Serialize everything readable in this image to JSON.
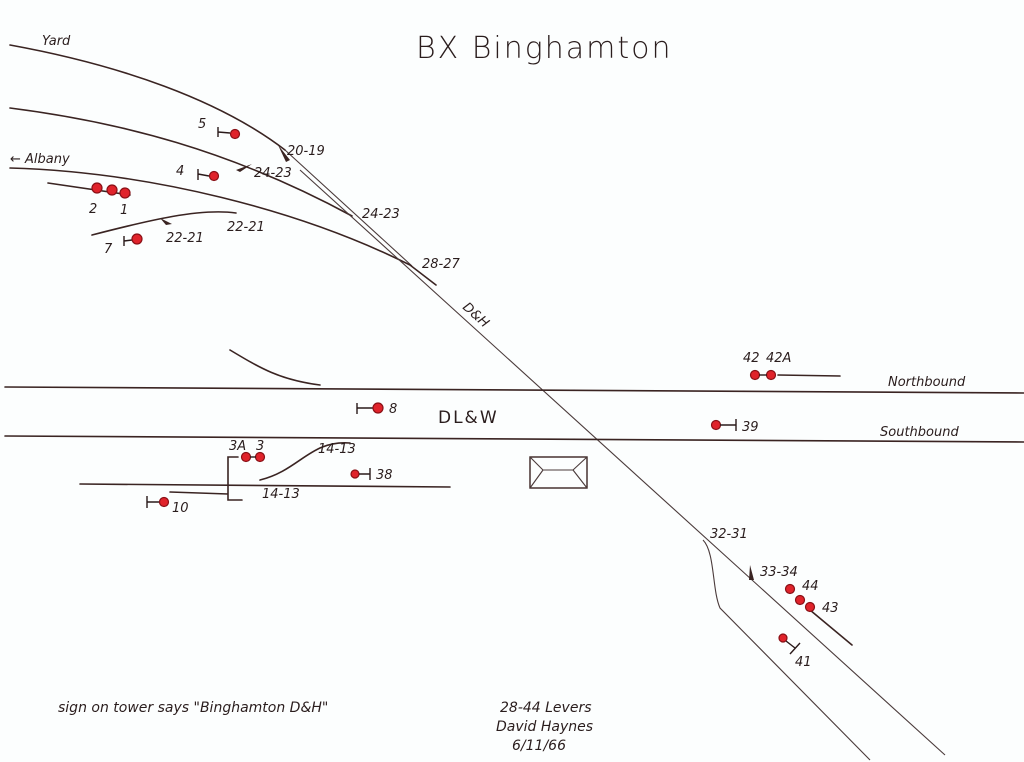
{
  "title": "BX   Binghamton",
  "colors": {
    "signal": "#e0232b",
    "track": "#3a2422"
  },
  "tracks": {
    "yard": "Yard",
    "albany": "← Albany",
    "dh": "D&H",
    "dlw": "DL&W",
    "northbound": "Northbound",
    "southbound": "Southbound"
  },
  "switch_labels": [
    "20-19",
    "24-23",
    "24-23",
    "22-21",
    "22-21",
    "28-27",
    "14-13",
    "14-13",
    "32-31",
    "33-34"
  ],
  "signal_labels": [
    "5",
    "4",
    "2",
    "1",
    "7",
    "8",
    "3A",
    "3",
    "38",
    "10",
    "42",
    "42A",
    "39",
    "44",
    "43",
    "41"
  ],
  "notes": {
    "sign": "sign on tower says \"Binghamton D&H\"",
    "levers": "28-44 Levers",
    "author": "David Haynes",
    "date": "6/11/66"
  }
}
